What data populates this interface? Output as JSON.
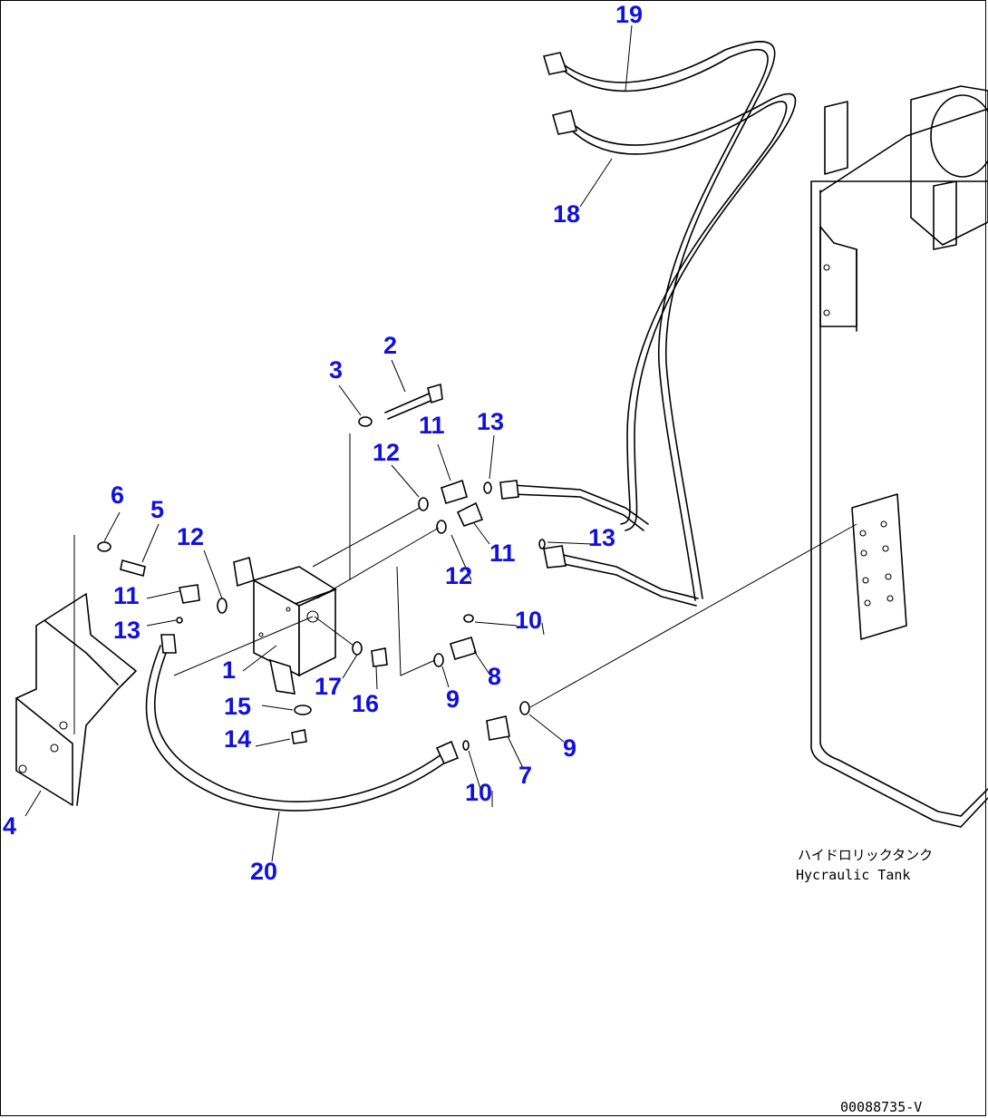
{
  "callouts": {
    "c1": "1",
    "c2": "2",
    "c3": "3",
    "c4": "4",
    "c5": "5",
    "c6": "6",
    "c7": "7",
    "c8": "8",
    "c9a": "9",
    "c9b": "9",
    "c10a": "10",
    "c10b": "10",
    "c11a": "11",
    "c11b": "11",
    "c11c": "11",
    "c12a": "12",
    "c12b": "12",
    "c12c": "12",
    "c13a": "13",
    "c13b": "13",
    "c13c": "13",
    "c14": "14",
    "c15": "15",
    "c16": "16",
    "c17": "17",
    "c18": "18",
    "c19": "19",
    "c20": "20"
  },
  "tank_label": {
    "jp": "ハイドロリックタンク",
    "en": "Hycraulic Tank"
  },
  "drawing_number": "00088735-V",
  "colors": {
    "callout": "#1010e0",
    "line": "#000000",
    "background": "#ffffff"
  }
}
